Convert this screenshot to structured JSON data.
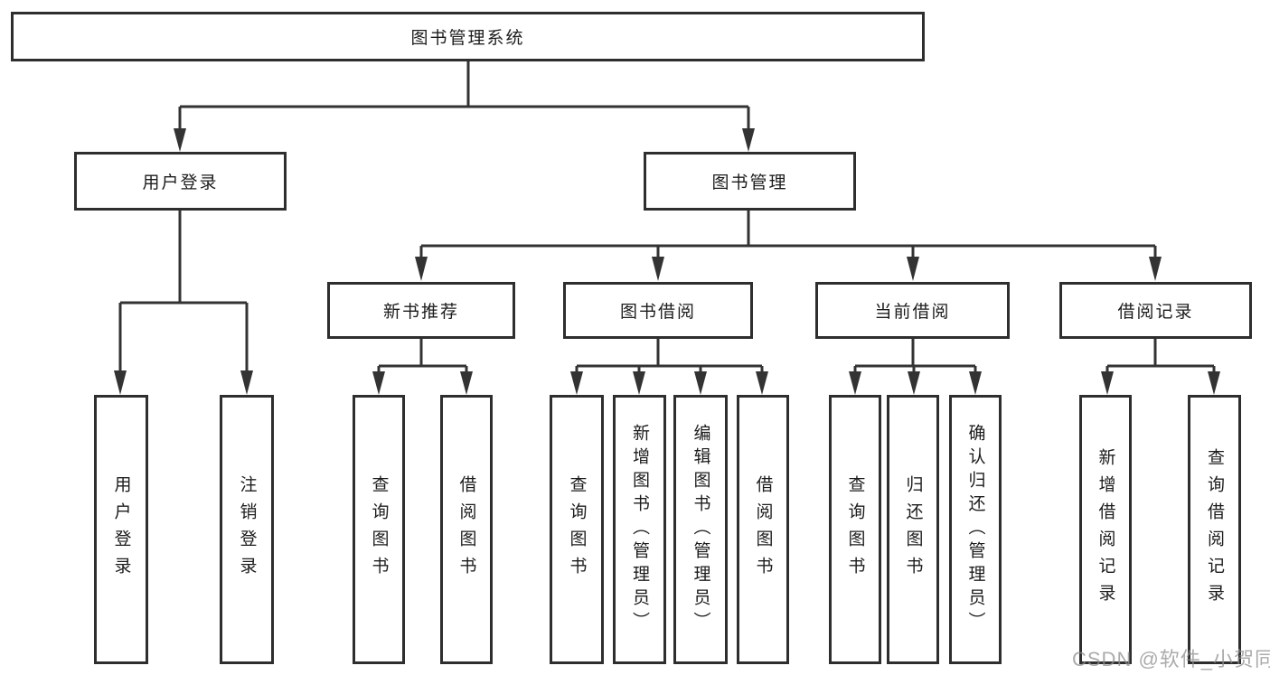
{
  "watermark": "CSDN @软件_小贺同学",
  "colors": {
    "line": "#333333",
    "text": "#1c1c1c",
    "watermark": "#8f8f8f",
    "background": "#ffffff"
  },
  "tree": {
    "root": {
      "label": "图书管理系统",
      "children": [
        {
          "label": "用户登录",
          "children": [
            {
              "label": "用户登录"
            },
            {
              "label": "注销登录"
            }
          ]
        },
        {
          "label": "图书管理",
          "children": [
            {
              "label": "新书推荐",
              "children": [
                {
                  "label": "查询图书"
                },
                {
                  "label": "借阅图书"
                }
              ]
            },
            {
              "label": "图书借阅",
              "children": [
                {
                  "label": "查询图书"
                },
                {
                  "label": "新增图书（管理员）"
                },
                {
                  "label": "编辑图书（管理员）"
                },
                {
                  "label": "借阅图书"
                }
              ]
            },
            {
              "label": "当前借阅",
              "children": [
                {
                  "label": "查询图书"
                },
                {
                  "label": "归还图书"
                },
                {
                  "label": "确认归还（管理员）"
                }
              ]
            },
            {
              "label": "借阅记录",
              "children": [
                {
                  "label": "新增借阅记录"
                },
                {
                  "label": "查询借阅记录"
                }
              ]
            }
          ]
        }
      ]
    }
  }
}
